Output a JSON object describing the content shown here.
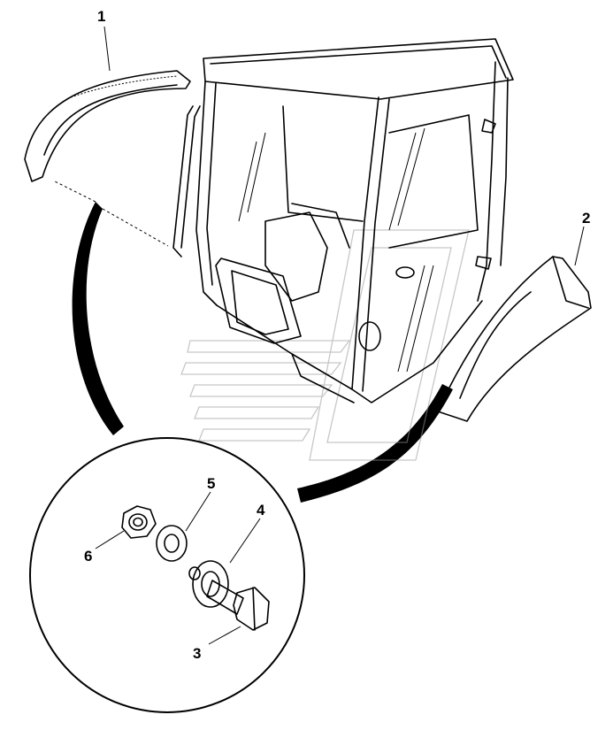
{
  "callouts": {
    "c1": "1",
    "c2": "2",
    "c3": "3",
    "c4": "4",
    "c5": "5",
    "c6": "6"
  },
  "colors": {
    "line": "#000000",
    "watermark": "#9a9a9a",
    "background": "#ffffff"
  }
}
